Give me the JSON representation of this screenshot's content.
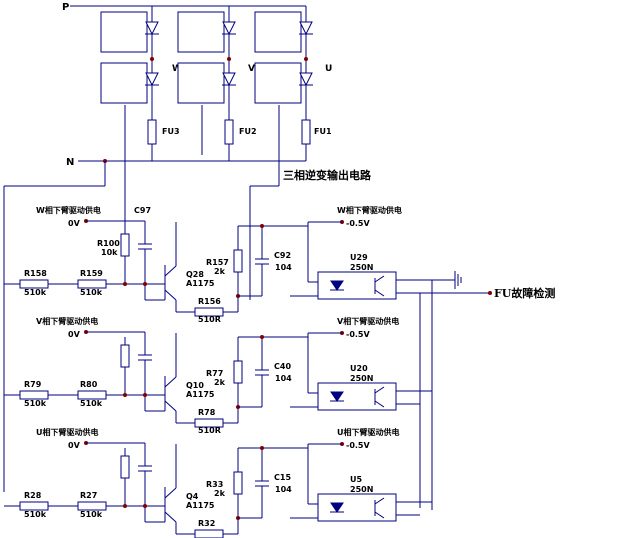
{
  "rails": {
    "p": "P",
    "n": "N"
  },
  "phase_nodes": {
    "w": "W",
    "v": "V",
    "u": "U"
  },
  "fuses": {
    "fu3": "FU3",
    "fu2": "FU2",
    "fu1": "FU1"
  },
  "title": "三相逆变输出电路",
  "fault_output": "FU故障检测",
  "phases": [
    {
      "supply_in": "W相下臂驱动供电",
      "supply_in_v": "0V",
      "supply_out": "W相下臂驱动供电",
      "supply_out_v": "-0.5V",
      "cap_in": "C97",
      "r_top": "R100",
      "r_top_v": "10k",
      "r_a": "R158",
      "r_a_v": "510k",
      "r_b": "R159",
      "r_b_v": "510k",
      "q": "Q28",
      "q_type": "A1175",
      "r_bias": "R157",
      "r_bias_v": "2k",
      "r_e": "R156",
      "r_e_v": "510R",
      "cap_out": "C92",
      "cap_out_v": "104",
      "oc": "U29",
      "oc_type": "250N"
    },
    {
      "supply_in": "V相下臂驱动供电",
      "supply_in_v": "0V",
      "supply_out": "V相下臂驱动供电",
      "supply_out_v": "-0.5V",
      "cap_in": "",
      "r_top": "",
      "r_top_v": "",
      "r_a": "R79",
      "r_a_v": "510k",
      "r_b": "R80",
      "r_b_v": "510k",
      "q": "Q10",
      "q_type": "A1175",
      "r_bias": "R77",
      "r_bias_v": "2k",
      "r_e": "R78",
      "r_e_v": "510R",
      "cap_out": "C40",
      "cap_out_v": "104",
      "oc": "U20",
      "oc_type": "250N"
    },
    {
      "supply_in": "U相下臂驱动供电",
      "supply_in_v": "0V",
      "supply_out": "U相下臂驱动供电",
      "supply_out_v": "-0.5V",
      "cap_in": "",
      "r_top": "",
      "r_top_v": "",
      "r_a": "R28",
      "r_a_v": "510k",
      "r_b": "R27",
      "r_b_v": "510k",
      "q": "Q4",
      "q_type": "A1175",
      "r_bias": "R33",
      "r_bias_v": "2k",
      "r_e": "R32",
      "r_e_v": "510R",
      "cap_out": "C15",
      "cap_out_v": "104",
      "oc": "U5",
      "oc_type": "250N"
    }
  ],
  "colors": {
    "wire": "#000080",
    "node": "#800000",
    "text": "#000000"
  }
}
